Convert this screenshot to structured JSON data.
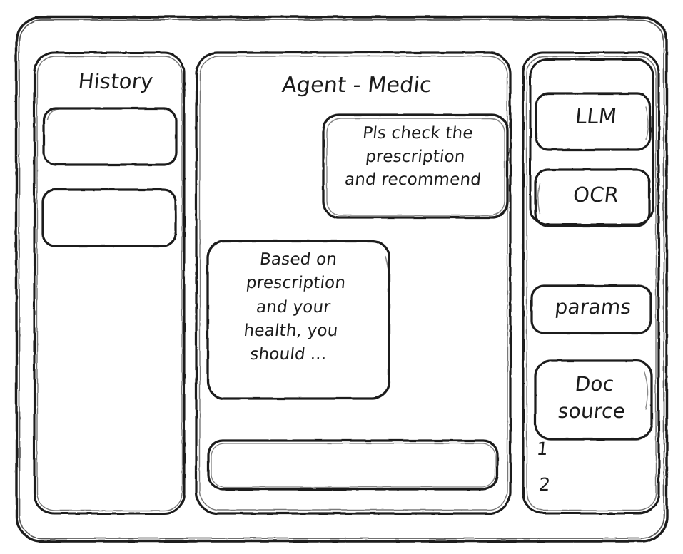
{
  "style": {
    "ink": "#1c1c1c",
    "paper": "#ffffff",
    "note": "hand-drawn wireframe sketch, black marker on white"
  },
  "window": {
    "name": "app-window-frame"
  },
  "sidebar_left": {
    "title": "History",
    "items": [
      {
        "label": "",
        "name": "history-item-1"
      },
      {
        "label": "",
        "name": "history-item-2"
      }
    ]
  },
  "main": {
    "title": "Agent - Medic",
    "messages": [
      {
        "role": "user",
        "text": "Pls check the\nprescription\nand recommend",
        "align": "right"
      },
      {
        "role": "assistant",
        "text": "Based on\nprescription\nand your\nhealth, you\nshould ...",
        "align": "left"
      }
    ],
    "composer": {
      "value": "",
      "placeholder": ""
    }
  },
  "sidebar_right": {
    "tools_group": {
      "buttons": [
        {
          "label": "LLM"
        },
        {
          "label": "OCR"
        }
      ]
    },
    "params_button": {
      "label": "params"
    },
    "doc_source": {
      "label": "Doc\nsource"
    },
    "doc_list": [
      {
        "label": "1"
      },
      {
        "label": "2"
      }
    ]
  }
}
